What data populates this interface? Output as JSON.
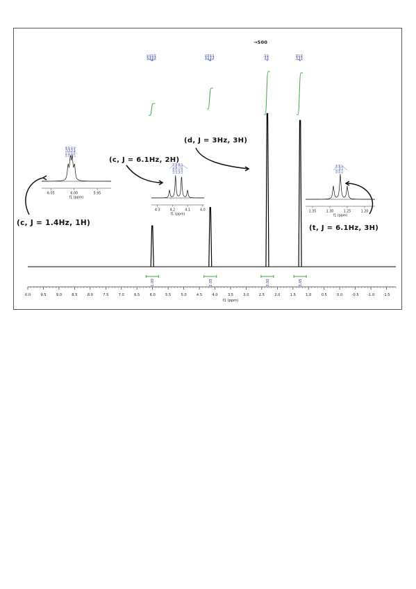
{
  "chart_data": {
    "type": "line",
    "title": "",
    "xlabel": "f1 (ppm)",
    "xlim": [
      10.0,
      -1.8
    ],
    "x_reversed": true,
    "x_ticks": [
      "0.0",
      "9.5",
      "9.0",
      "8.5",
      "8.0",
      "7.5",
      "7.0",
      "6.5",
      "6.0",
      "5.5",
      "5.0",
      "4.5",
      "4.0",
      "3.5",
      "3.0",
      "2.5",
      "2.0",
      "1.5",
      "1.0",
      "0.5",
      "0.0",
      "-0.5",
      "-1.0",
      "-1.5"
    ],
    "peaks": [
      {
        "ppm": 6.01,
        "height": 0.18
      },
      {
        "ppm": 4.15,
        "height": 0.26
      },
      {
        "ppm": 2.32,
        "height": 0.67
      },
      {
        "ppm": 1.27,
        "height": 0.64
      }
    ],
    "integrals": [
      {
        "ppm": 6.01,
        "value": "1.00"
      },
      {
        "ppm": 4.15,
        "value": "2.05"
      },
      {
        "ppm": 2.32,
        "value": "3.00"
      },
      {
        "ppm": 1.27,
        "value": "3.05"
      }
    ],
    "peak_groups": [
      {
        "ppm": 6.01,
        "labels": [
          "6.01",
          "6.01",
          "6.00",
          "6.00"
        ]
      },
      {
        "ppm": 4.15,
        "labels": [
          "4.20",
          "4.18",
          "4.16",
          "4.14"
        ]
      },
      {
        "ppm": 2.32,
        "labels": [
          "2.33",
          "2.32"
        ]
      },
      {
        "ppm": 1.27,
        "labels": [
          "1.29",
          "1.27",
          "1.25"
        ]
      }
    ],
    "annotations": [
      "(c, J = 1.4Hz, 1H)",
      "(c, J = 6.1Hz, 2H)",
      "(d, J = 3Hz, 3H)",
      "(t, J = 6.1Hz, 3H)",
      "→500"
    ],
    "insets": [
      {
        "xlabel": "f1 (ppm)",
        "ticks": [
          "6.05",
          "6.00",
          "5.95"
        ],
        "xlim": [
          6.07,
          5.92
        ],
        "peak_labels": [
          "1803.88",
          "1802.49",
          "1801.12",
          "1799.72"
        ],
        "peaks": [
          {
            "ppm": 6.013,
            "h": 0.55
          },
          {
            "ppm": 6.008,
            "h": 0.8
          },
          {
            "ppm": 6.004,
            "h": 0.8
          },
          {
            "ppm": 5.999,
            "h": 0.55
          }
        ]
      },
      {
        "xlabel": "f1 (ppm)",
        "ticks": [
          "4.3",
          "4.2",
          "4.1",
          "4.0"
        ],
        "xlim": [
          4.34,
          3.99
        ],
        "peak_labels": [
          "1266.20",
          "1254.08",
          "1247.98",
          "1241.87"
        ],
        "peaks": [
          {
            "ppm": 4.22,
            "h": 0.3
          },
          {
            "ppm": 4.18,
            "h": 0.85
          },
          {
            "ppm": 4.14,
            "h": 0.85
          },
          {
            "ppm": 4.1,
            "h": 0.3
          }
        ]
      },
      {
        "xlabel": "f1 (ppm)",
        "ticks": [
          "1.35",
          "1.30",
          "1.25",
          "1.20"
        ],
        "xlim": [
          1.37,
          1.17
        ],
        "peak_labels": [
          "387.09",
          "380.99",
          "374.87"
        ],
        "peaks": [
          {
            "ppm": 1.29,
            "h": 0.5
          },
          {
            "ppm": 1.27,
            "h": 0.95
          },
          {
            "ppm": 1.25,
            "h": 0.5
          }
        ]
      }
    ],
    "colors": {
      "spectrum": "#000000",
      "integral": "#3fa53f",
      "peak_label": "#2b3fa0",
      "annotation": "#111111"
    },
    "grid": false
  }
}
